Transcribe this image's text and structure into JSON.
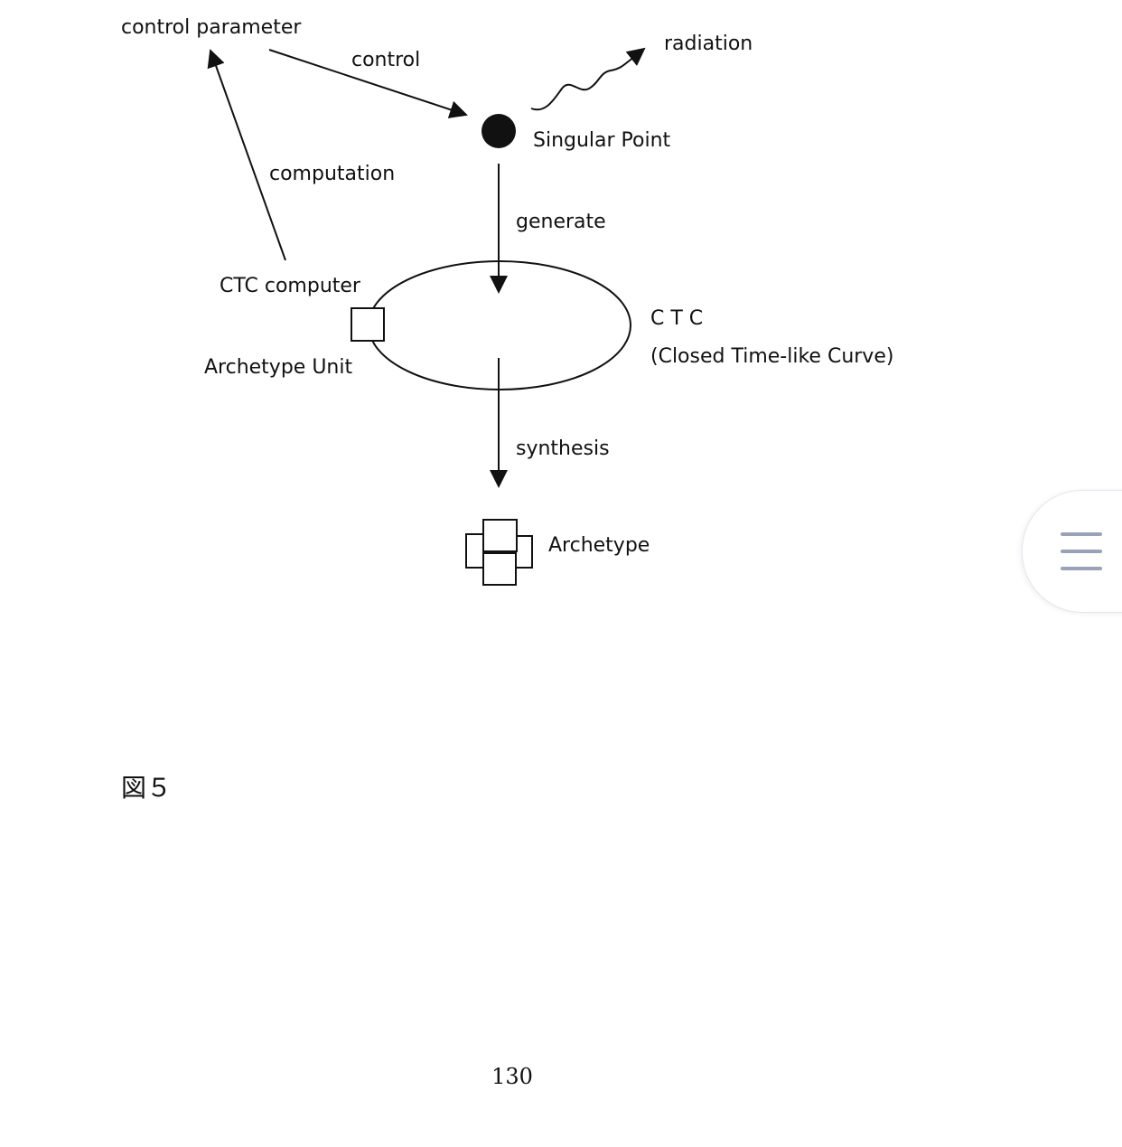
{
  "diagram": {
    "nodes": {
      "control_parameter": "control parameter",
      "radiation": "radiation",
      "singular_point": "Singular Point",
      "ctc_computer": "CTC computer",
      "archetype_unit": "Archetype Unit",
      "ctc_title": "C T C",
      "ctc_subtitle": "(Closed Time-like Curve)",
      "archetype": "Archetype"
    },
    "edges": {
      "control": "control",
      "computation": "computation",
      "generate": "generate",
      "synthesis": "synthesis"
    }
  },
  "caption": "図５",
  "page_number": "130",
  "menu": {
    "icon": "hamburger-menu-icon"
  }
}
